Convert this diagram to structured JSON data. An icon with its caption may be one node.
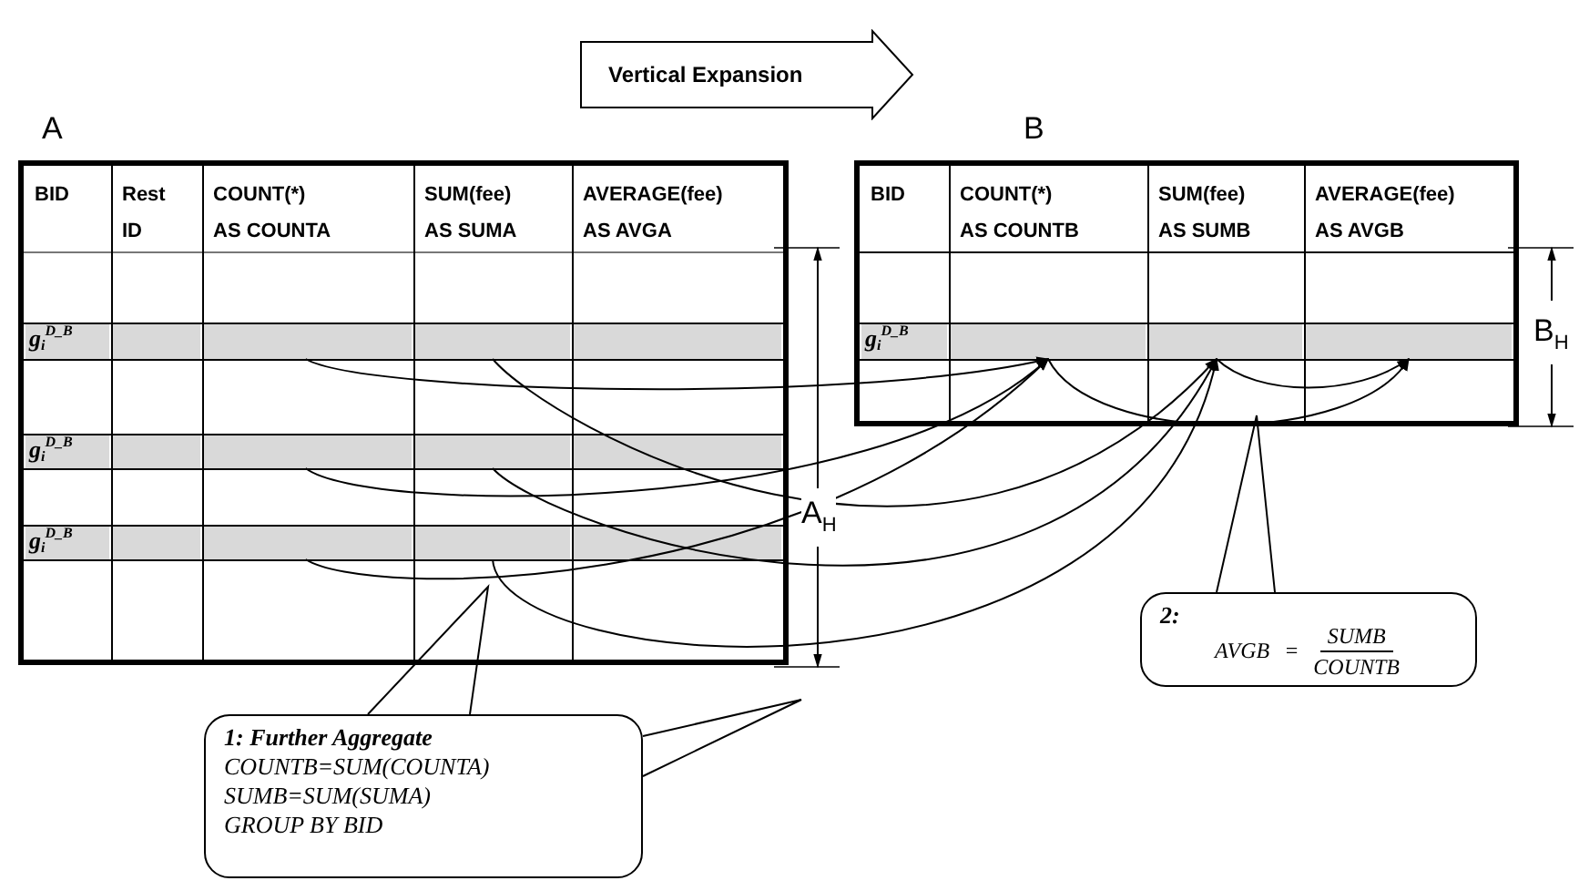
{
  "diagram": {
    "nodes": [
      {
        "text": [
          "Vertical Expansion"
        ]
      },
      {
        "text": [
          "A"
        ]
      },
      {
        "text": [
          "B"
        ]
      },
      {
        "text": [],
        "shape": "box",
        "in": 1
      },
      {
        "text": [],
        "shape": "box",
        "in": 1
      },
      {
        "text": [],
        "shape": "box",
        "in": 1
      },
      {
        "text": [],
        "shape": "box",
        "in": 1
      },
      {
        "text": [],
        "shape": "box",
        "in": 1
      },
      {
        "text": [],
        "shape": "box",
        "in": 1
      },
      {
        "text": [],
        "shape": "box",
        "in": 2
      },
      {
        "text": [],
        "shape": "box",
        "in": 2
      },
      {
        "text": [],
        "shape": "box",
        "in": 2
      },
      {
        "text": [
          "1: Further Aggregate",
          "COUNTB=SUM(COUNTA)",
          "SUMB=SUM(SUMA)",
          "GROUP BY BID"
        ]
      },
      {
        "text": [
          "2:",
          "AVGB",
          "=",
          "SUMB",
          "COUNTB"
        ]
      }
    ],
    "edges": [
      {
        "from": 3,
        "to": 9,
        "arrow": "to"
      },
      {
        "from": 4,
        "to": 9,
        "arrow": "to"
      },
      {
        "from": 5,
        "to": 9,
        "arrow": "to"
      },
      {
        "from": 6,
        "to": 10,
        "arrow": "to"
      },
      {
        "from": 7,
        "to": 10,
        "arrow": "to"
      },
      {
        "from": 8,
        "to": 10,
        "arrow": "to"
      },
      {
        "from": 9,
        "to": 11,
        "arrow": "to"
      },
      {
        "from": 10,
        "to": 11,
        "arrow": "to"
      },
      {
        "from": 12,
        "to": null,
        "arrow": "none"
      },
      {
        "from": 12,
        "to": null,
        "arrow": "none"
      },
      {
        "from": 13,
        "to": null,
        "arrow": "none"
      }
    ],
    "labels": [
      "BID",
      "Rest ID",
      "COUNT(*) AS COUNTA",
      "SUM(fee) AS SUMA",
      "AVERAGE(fee) AS AVGA",
      "g$_{i}$$^{D_B}$",
      "g$_{i}$$^{D_B}$",
      "g$_{i}$$^{D_B}$",
      "A$_{H}$",
      "BID",
      "COUNT(*) AS COUNTB",
      "SUM(fee) AS SUMB",
      "AVERAGE(fee) AS AVGB",
      "g$_{i}$$^{D_B}$",
      "B$_{H}$"
    ]
  }
}
